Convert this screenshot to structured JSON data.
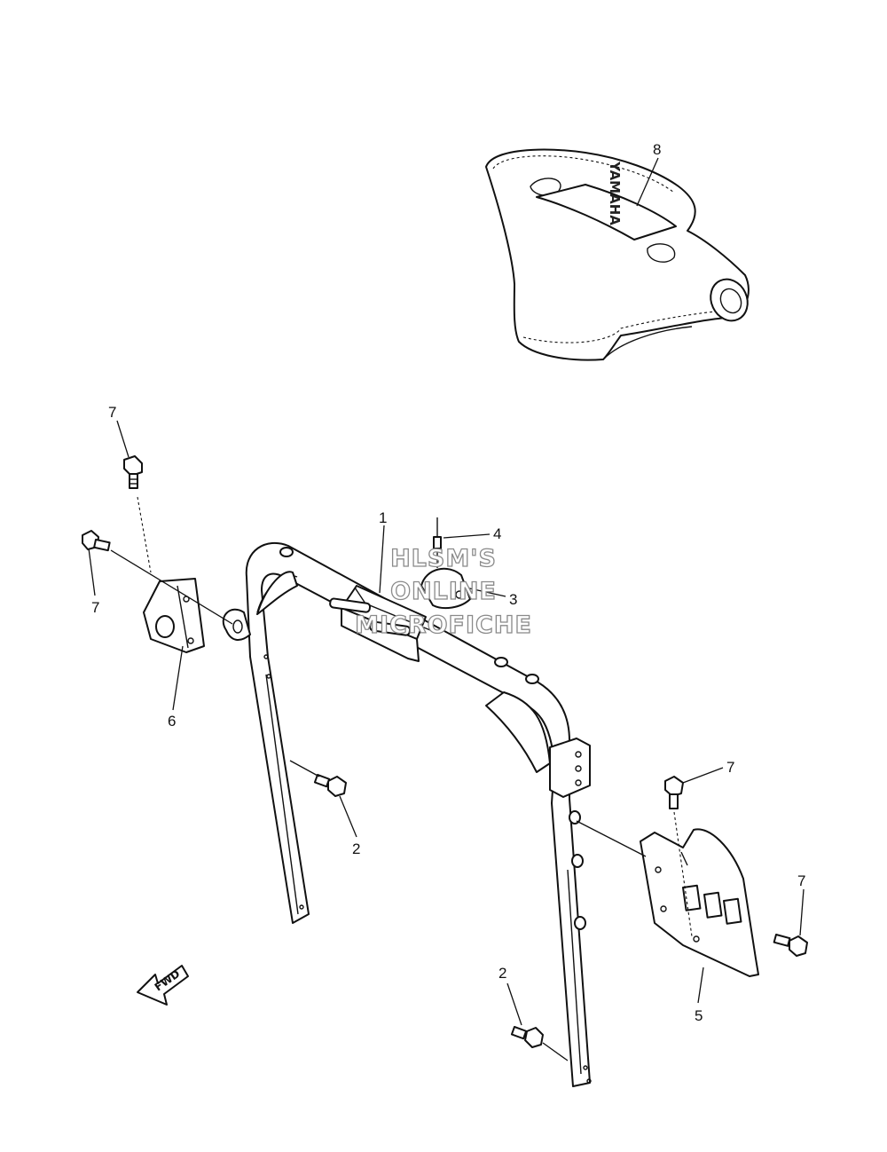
{
  "callouts": {
    "c1": "1",
    "c2a": "2",
    "c2b": "2",
    "c3": "3",
    "c4": "4",
    "c5": "5",
    "c6": "6",
    "c7a": "7",
    "c7b": "7",
    "c7c": "7",
    "c7d": "7",
    "c8": "8"
  },
  "watermark": {
    "line1": "HLSM'S",
    "line2": "ONLINE",
    "line3": "MICROFICHE"
  },
  "pad_brand": "YAMAHA",
  "direction_arrow": "FWD"
}
